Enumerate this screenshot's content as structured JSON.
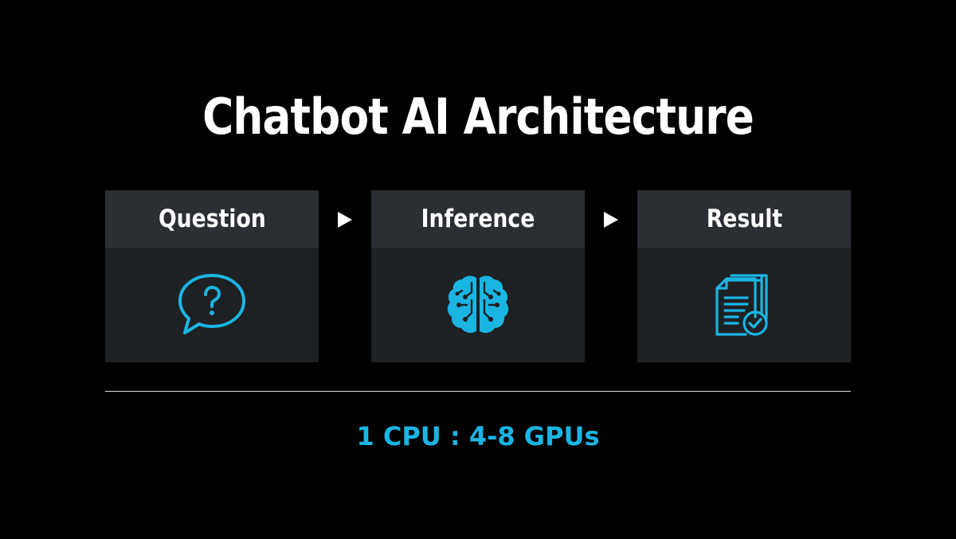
{
  "title": "Chatbot AI Architecture",
  "steps": [
    {
      "label": "Question",
      "icon": "speech-bubble-question-icon"
    },
    {
      "label": "Inference",
      "icon": "brain-circuit-icon"
    },
    {
      "label": "Result",
      "icon": "document-check-icon"
    }
  ],
  "ratio_text": "1 CPU : 4-8 GPUs",
  "colors": {
    "background": "#000000",
    "card_header": "#2b2e33",
    "card_body": "#1e2124",
    "accent": "#1ab5e3",
    "text": "#ffffff"
  }
}
